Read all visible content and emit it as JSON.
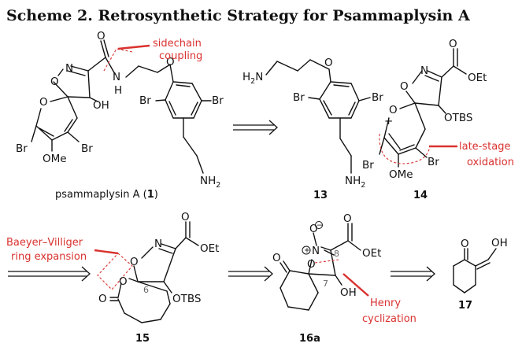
{
  "title": "Scheme 2. Retrosynthetic Strategy for Psammaplysin A",
  "compounds": {
    "psammaplysin": {
      "caption_name": "psammaplysin A (",
      "caption_num": "1",
      "caption_close": ")",
      "atoms": {
        "n": "N",
        "o_iso": "O",
        "o_carbonyl": "O",
        "nh_n": "N",
        "nh_h": "H",
        "oh": "OH",
        "o_pyran": "O",
        "br1": "Br",
        "br2": "Br",
        "ome": "OMe",
        "br3": "Br",
        "br4": "Br",
        "o_ether": "O",
        "nh2": "NH",
        "nh2_sub": "2"
      }
    },
    "c13": {
      "label": "13",
      "atoms": {
        "h2n": "H",
        "h2n_sub": "2",
        "h2n_n": "N",
        "o": "O",
        "br1": "Br",
        "br2": "Br",
        "nh2": "NH",
        "nh2_sub": "2"
      }
    },
    "c14": {
      "label": "14",
      "atoms": {
        "o_keto": "O",
        "oet": "OEt",
        "n": "N",
        "o_iso": "O",
        "otbs": "OTBS",
        "o_pyran": "O",
        "br1": "Br",
        "br2": "Br",
        "ome": "OMe"
      }
    },
    "c15": {
      "label": "15",
      "atoms": {
        "o_keto": "O",
        "oet": "OEt",
        "n": "N",
        "o_iso": "O",
        "otbs": "OTBS",
        "o_lactone": "O",
        "o_ring": "O",
        "pos6": "6"
      }
    },
    "c16a": {
      "label": "16a",
      "atoms": {
        "o_minus": "O",
        "plus": "+",
        "minus": "−",
        "n": "N",
        "o_ring": "O",
        "o_keto": "O",
        "o_ester": "O",
        "oet": "OEt",
        "oh": "OH",
        "pos8": "8",
        "pos7": "7"
      }
    },
    "c17": {
      "label": "17",
      "atoms": {
        "o": "O",
        "oh": "OH"
      }
    }
  },
  "plus_sign": "+",
  "annotations": {
    "sidechain_1": "sidechain",
    "sidechain_2": "coupling",
    "late_stage_1": "late-stage",
    "late_stage_2": "oxidation",
    "baeyer_1": "Baeyer–Villiger",
    "baeyer_2": "ring expansion",
    "henry_1": "Henry",
    "henry_2": "cyclization"
  },
  "colors": {
    "annotation": "#d9322f",
    "ink": "#111111",
    "position_label": "#666666"
  }
}
